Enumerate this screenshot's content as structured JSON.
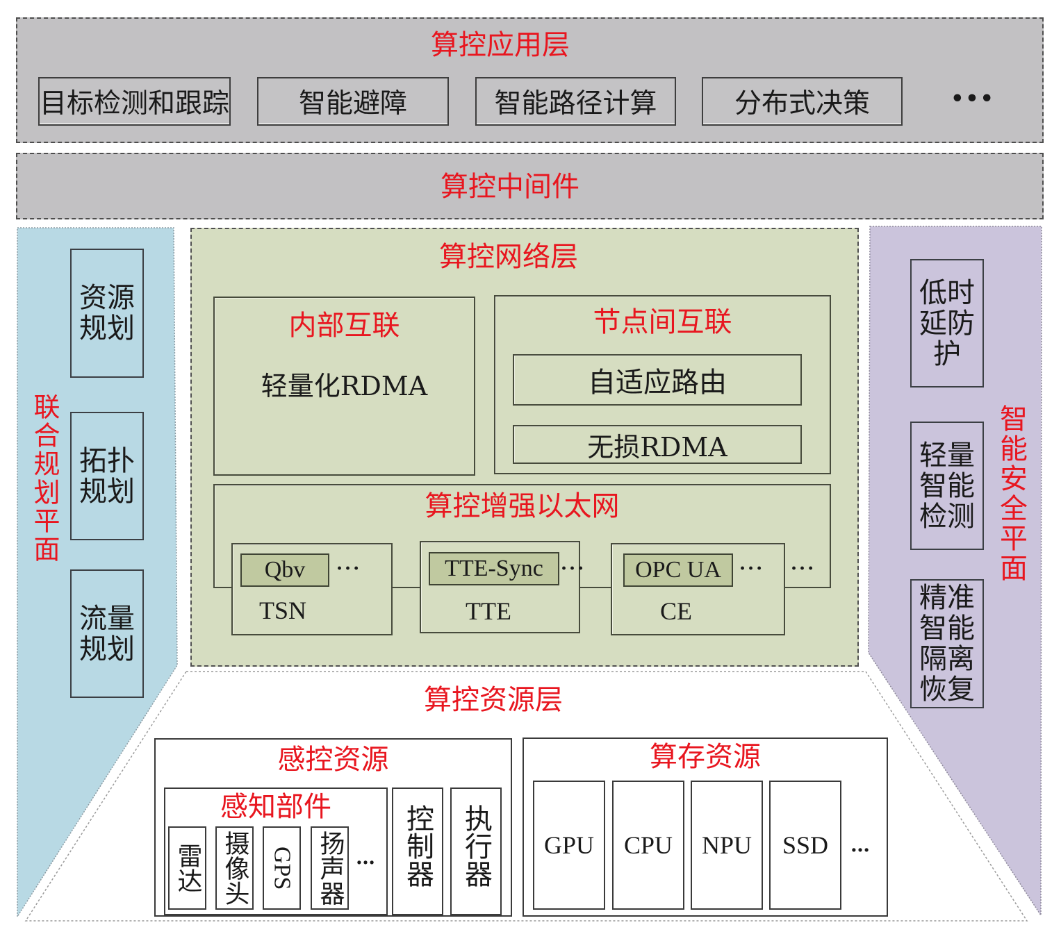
{
  "colors": {
    "accent": "#e8161f",
    "gray": "#c2c1c3",
    "green": "#d6ddc1",
    "green_dark": "#c0c9a0",
    "blue": "#b8d9e4",
    "purple": "#cbc4dc"
  },
  "application_layer": {
    "title": "算控应用层",
    "items": [
      "目标检测和跟踪",
      "智能避障",
      "智能路径计算",
      "分布式决策"
    ],
    "more": "•••"
  },
  "middleware": {
    "title": "算控中间件"
  },
  "planning_plane": {
    "title": "联合规划平面",
    "items": [
      "资源规划",
      "拓扑规划",
      "流量规划"
    ]
  },
  "security_plane": {
    "title": "智能安全平面",
    "items": [
      "低时延防护",
      "轻量智能检测",
      "精准智能隔离恢复"
    ]
  },
  "network_layer": {
    "title": "算控网络层",
    "internal": {
      "title": "内部互联",
      "content": "轻量化RDMA"
    },
    "inter_node": {
      "title": "节点间互联",
      "items": [
        "自适应路由",
        "无损RDMA"
      ]
    },
    "ethernet": {
      "title": "算控增强以太网",
      "protocols": [
        {
          "name": "TSN",
          "feature": "Qbv",
          "more": "···"
        },
        {
          "name": "TTE",
          "feature": "TTE-Sync",
          "more": "···"
        },
        {
          "name": "CE",
          "feature": "OPC UA",
          "more": "···"
        }
      ],
      "more": "···"
    }
  },
  "resource_layer": {
    "title": "算控资源层",
    "sensing_control": {
      "title": "感控资源",
      "sensing": {
        "title": "感知部件",
        "items": [
          "雷达",
          "摄像头",
          "GPS",
          "扬声器"
        ],
        "more": "…"
      },
      "controller": "控制器",
      "actuator": "执行器"
    },
    "compute_storage": {
      "title": "算存资源",
      "items": [
        "GPU",
        "CPU",
        "NPU",
        "SSD"
      ],
      "more": "…"
    }
  }
}
